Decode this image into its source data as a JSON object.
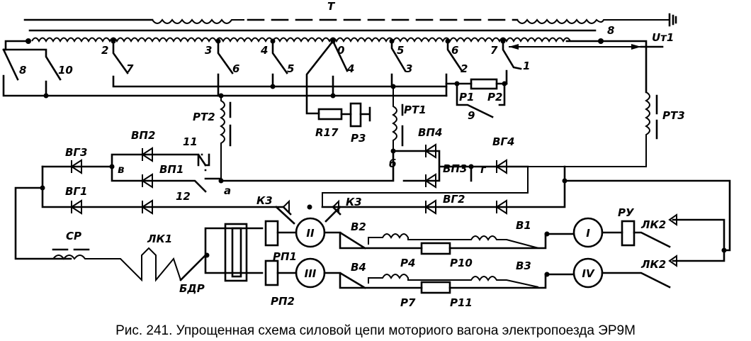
{
  "caption": "Рис. 241. Упрощенная схема силовой цепи моториого вагона электропоезда ЭР9М",
  "labels": {
    "transformer": "Т",
    "voltage": "Uт1",
    "taps": [
      "2",
      "3",
      "4",
      "0",
      "5",
      "6",
      "7",
      "8"
    ],
    "switches": [
      "8",
      "10",
      "7",
      "6",
      "5",
      "4",
      "3",
      "2",
      "1",
      "9",
      "11",
      "12"
    ],
    "rt1": "РТ1",
    "rt2": "РТ2",
    "rt3": "РТ3",
    "r17": "R17",
    "r3": "Р3",
    "p1": "Р1",
    "p2": "Р2",
    "vg1": "ВГ1",
    "vg2": "ВГ2",
    "vg3": "ВГ3",
    "vg4": "ВГ4",
    "vp1": "ВП1",
    "vp2": "ВП2",
    "vp3": "ВП3",
    "vp4": "ВП4",
    "node_a": "а",
    "node_b": "б",
    "node_v": "в",
    "node_g": "г",
    "k3a": "К3",
    "k3b": "К3",
    "sr": "СР",
    "lk1": "ЛК1",
    "bdr": "БДР",
    "rp1": "РП1",
    "rp2": "РП2",
    "ru": "РУ",
    "lk2a": "ЛК2",
    "lk2b": "ЛК2",
    "v1": "В1",
    "v2": "В2",
    "v3": "В3",
    "v4": "В4",
    "p4": "Р4",
    "p10": "Р10",
    "p7": "Р7",
    "p11": "Р11",
    "motors": [
      "II",
      "III",
      "I",
      "IV"
    ]
  }
}
